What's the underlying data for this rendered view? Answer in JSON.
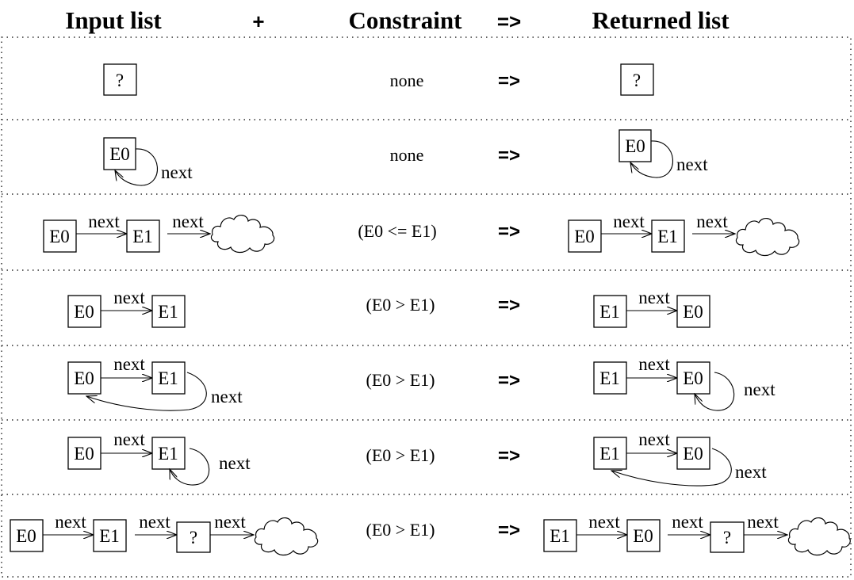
{
  "header": {
    "input": "Input list",
    "plus": "+",
    "constraint": "Constraint",
    "implies": "=>",
    "returned": "Returned list"
  },
  "implies": "=>",
  "link": "next",
  "unknown": "?",
  "rows": [
    {
      "constraint": "none"
    },
    {
      "constraint": "none"
    },
    {
      "constraint": "(E0 <= E1)"
    },
    {
      "constraint": "(E0 > E1)"
    },
    {
      "constraint": "(E0 > E1)"
    },
    {
      "constraint": "(E0 > E1)"
    },
    {
      "constraint": "(E0 > E1)"
    }
  ],
  "nodes": {
    "e0": "E0",
    "e1": "E1"
  }
}
